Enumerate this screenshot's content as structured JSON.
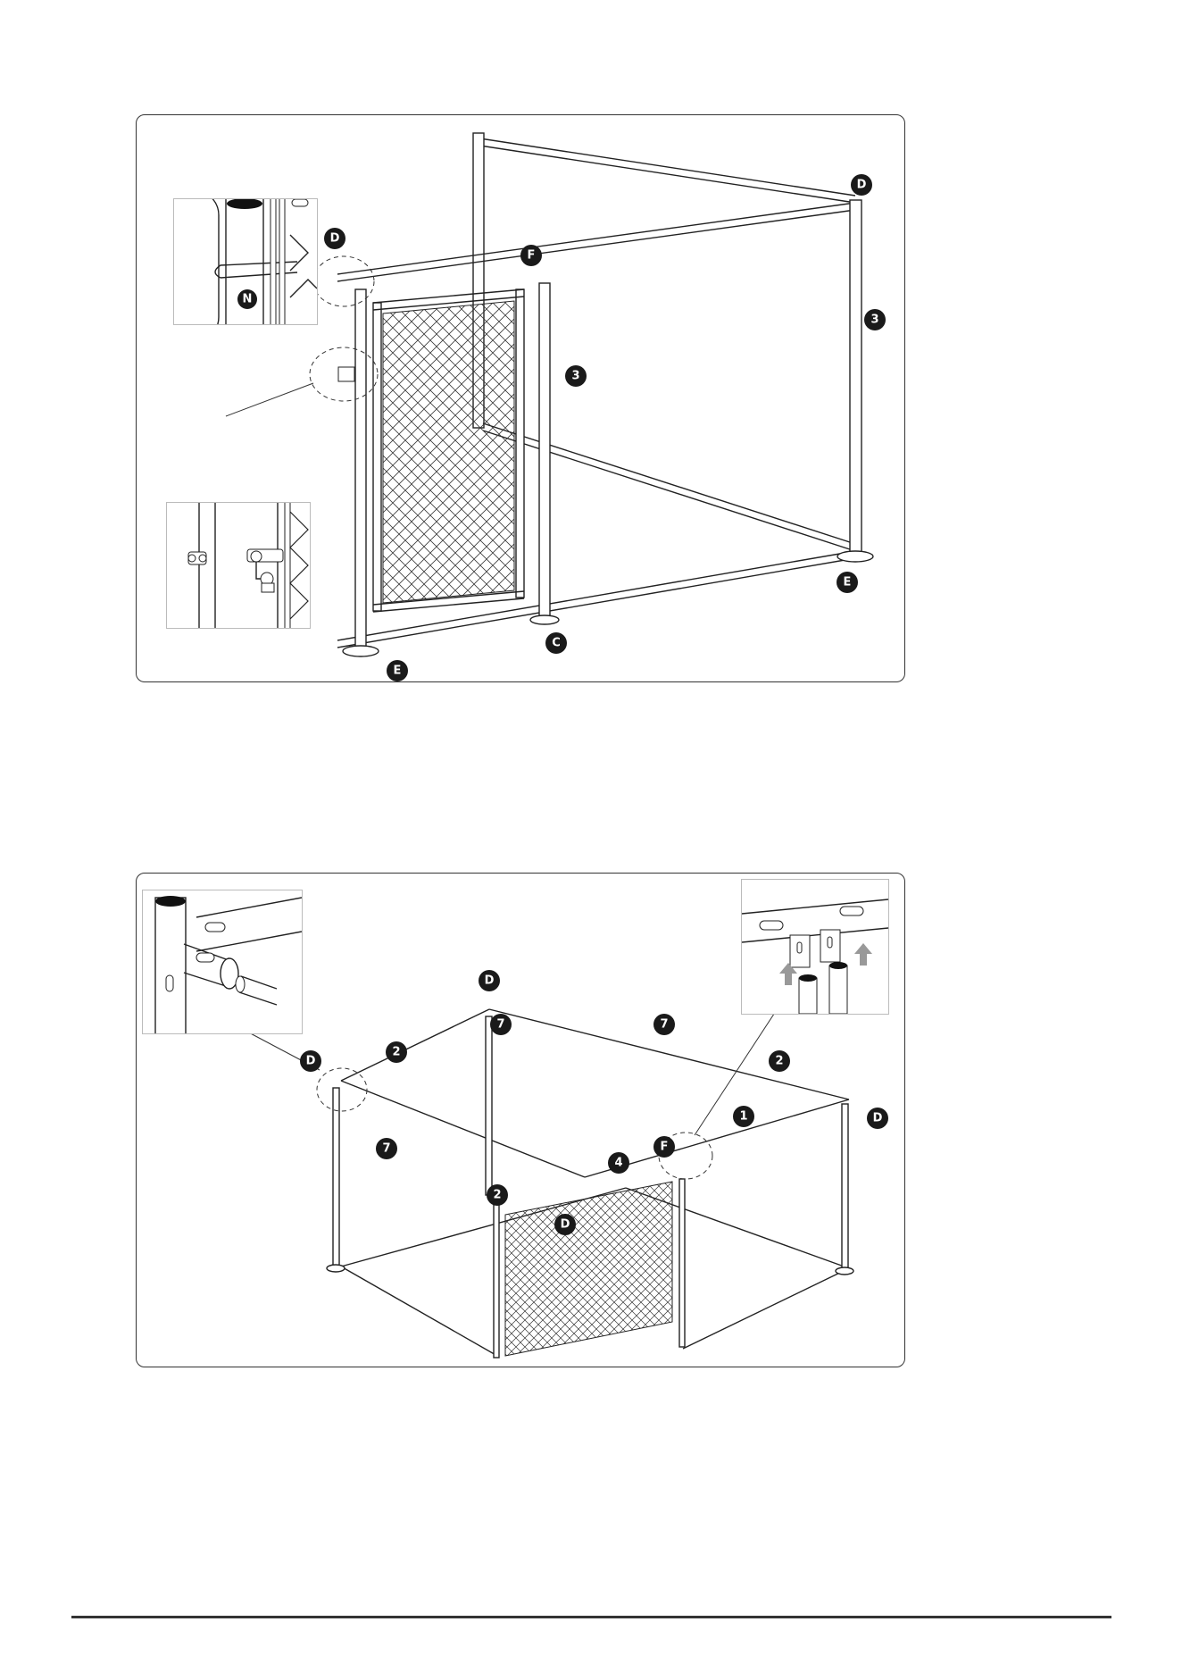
{
  "panel1": {
    "labels": {
      "d_left": "D",
      "d_right": "D",
      "f": "F",
      "n": "N",
      "pole_mid": "3",
      "pole_right": "3",
      "e_left": "E",
      "e_right": "E",
      "c": "C"
    }
  },
  "panel2": {
    "labels": {
      "d_top": "D",
      "d_left": "D",
      "d_right": "D",
      "d_front": "D",
      "f": "F",
      "p7_top_left": "7",
      "p7_top_right": "7",
      "p7_left": "7",
      "p2_top_left": "2",
      "p2_right": "2",
      "p2_front": "2",
      "p1": "1",
      "p4": "4"
    }
  },
  "colors": {
    "ink": "#1a1a1a",
    "line": "#222222",
    "arrow": "#999999"
  }
}
